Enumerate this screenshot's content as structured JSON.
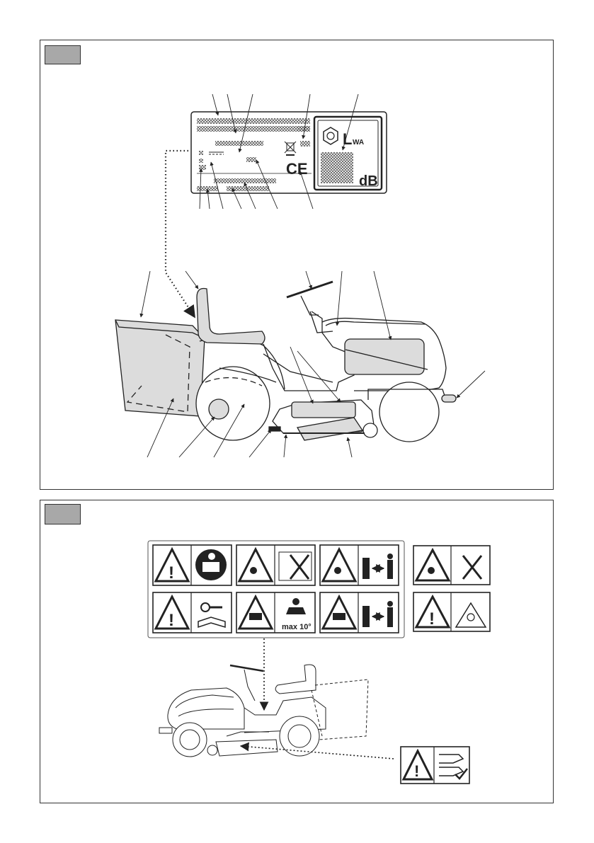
{
  "rating_label": {
    "sound_symbol": "L",
    "sound_subscript": "WA",
    "unit": "dB",
    "ce_mark": "CE"
  },
  "safety_labels": {
    "slope_limit": "max 10°"
  },
  "colors": {
    "line": "#222222",
    "highlight_fill": "#dcdcdc",
    "tab_fill": "#a8a8a8",
    "hatch": "#555555"
  }
}
